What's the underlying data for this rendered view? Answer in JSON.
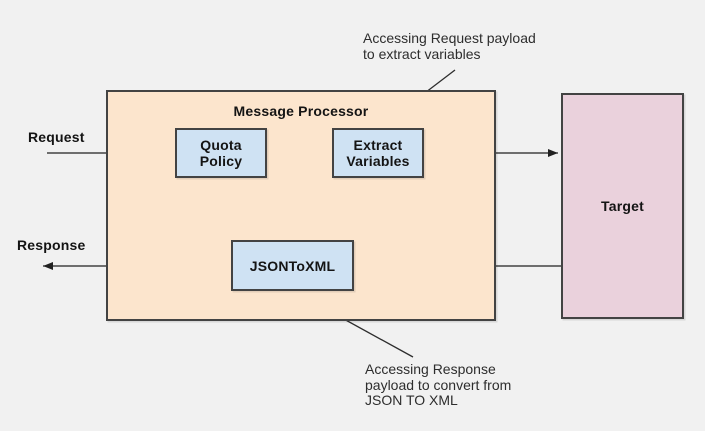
{
  "labels": {
    "request": "Request",
    "response": "Response"
  },
  "processor": {
    "title": "Message Processor"
  },
  "nodes": {
    "quota_policy": "Quota\nPolicy",
    "extract_variables": "Extract\nVariables",
    "json_to_xml": "JSONToXML",
    "target": "Target"
  },
  "annotations": {
    "request_payload": "Accessing Request payload\nto extract variables",
    "response_payload": "Accessing Response\npayload to convert from\nJSON TO XML"
  },
  "colors": {
    "background": "#f1f1f1",
    "processor_fill": "#fce5cd",
    "policy_fill": "#cfe2f3",
    "target_fill": "#ead1dc",
    "shape_border": "#434343",
    "connector_line": "#212121"
  }
}
